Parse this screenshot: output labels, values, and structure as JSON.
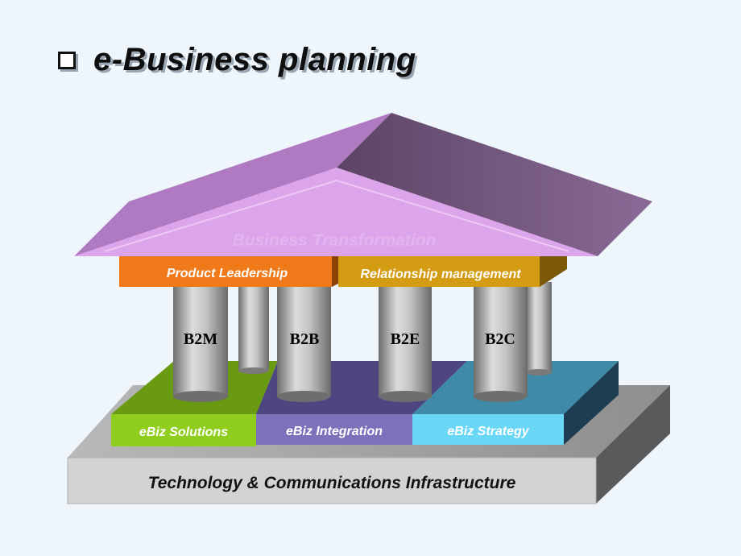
{
  "slide": {
    "title": "e-Business planning"
  },
  "diagram": {
    "roof_label": "Business Transformation",
    "beams": [
      "Product Leadership",
      "Relationship management"
    ],
    "pillars": [
      "B2M",
      "B2B",
      "B2E",
      "B2C"
    ],
    "platforms": [
      "eBiz Solutions",
      "eBiz Integration",
      "eBiz Strategy"
    ],
    "foundation": "Technology & Communications Infrastructure"
  },
  "colors": {
    "roof": "#d8a0e6",
    "roof_dark": "#6e4f78",
    "beam_left": "#f07a1a",
    "beam_right": "#d39a12",
    "platform_green": "#8ccc22",
    "platform_purple": "#7a6fb8",
    "platform_cyan": "#66d4f4",
    "foundation": "#d2d2d2"
  }
}
